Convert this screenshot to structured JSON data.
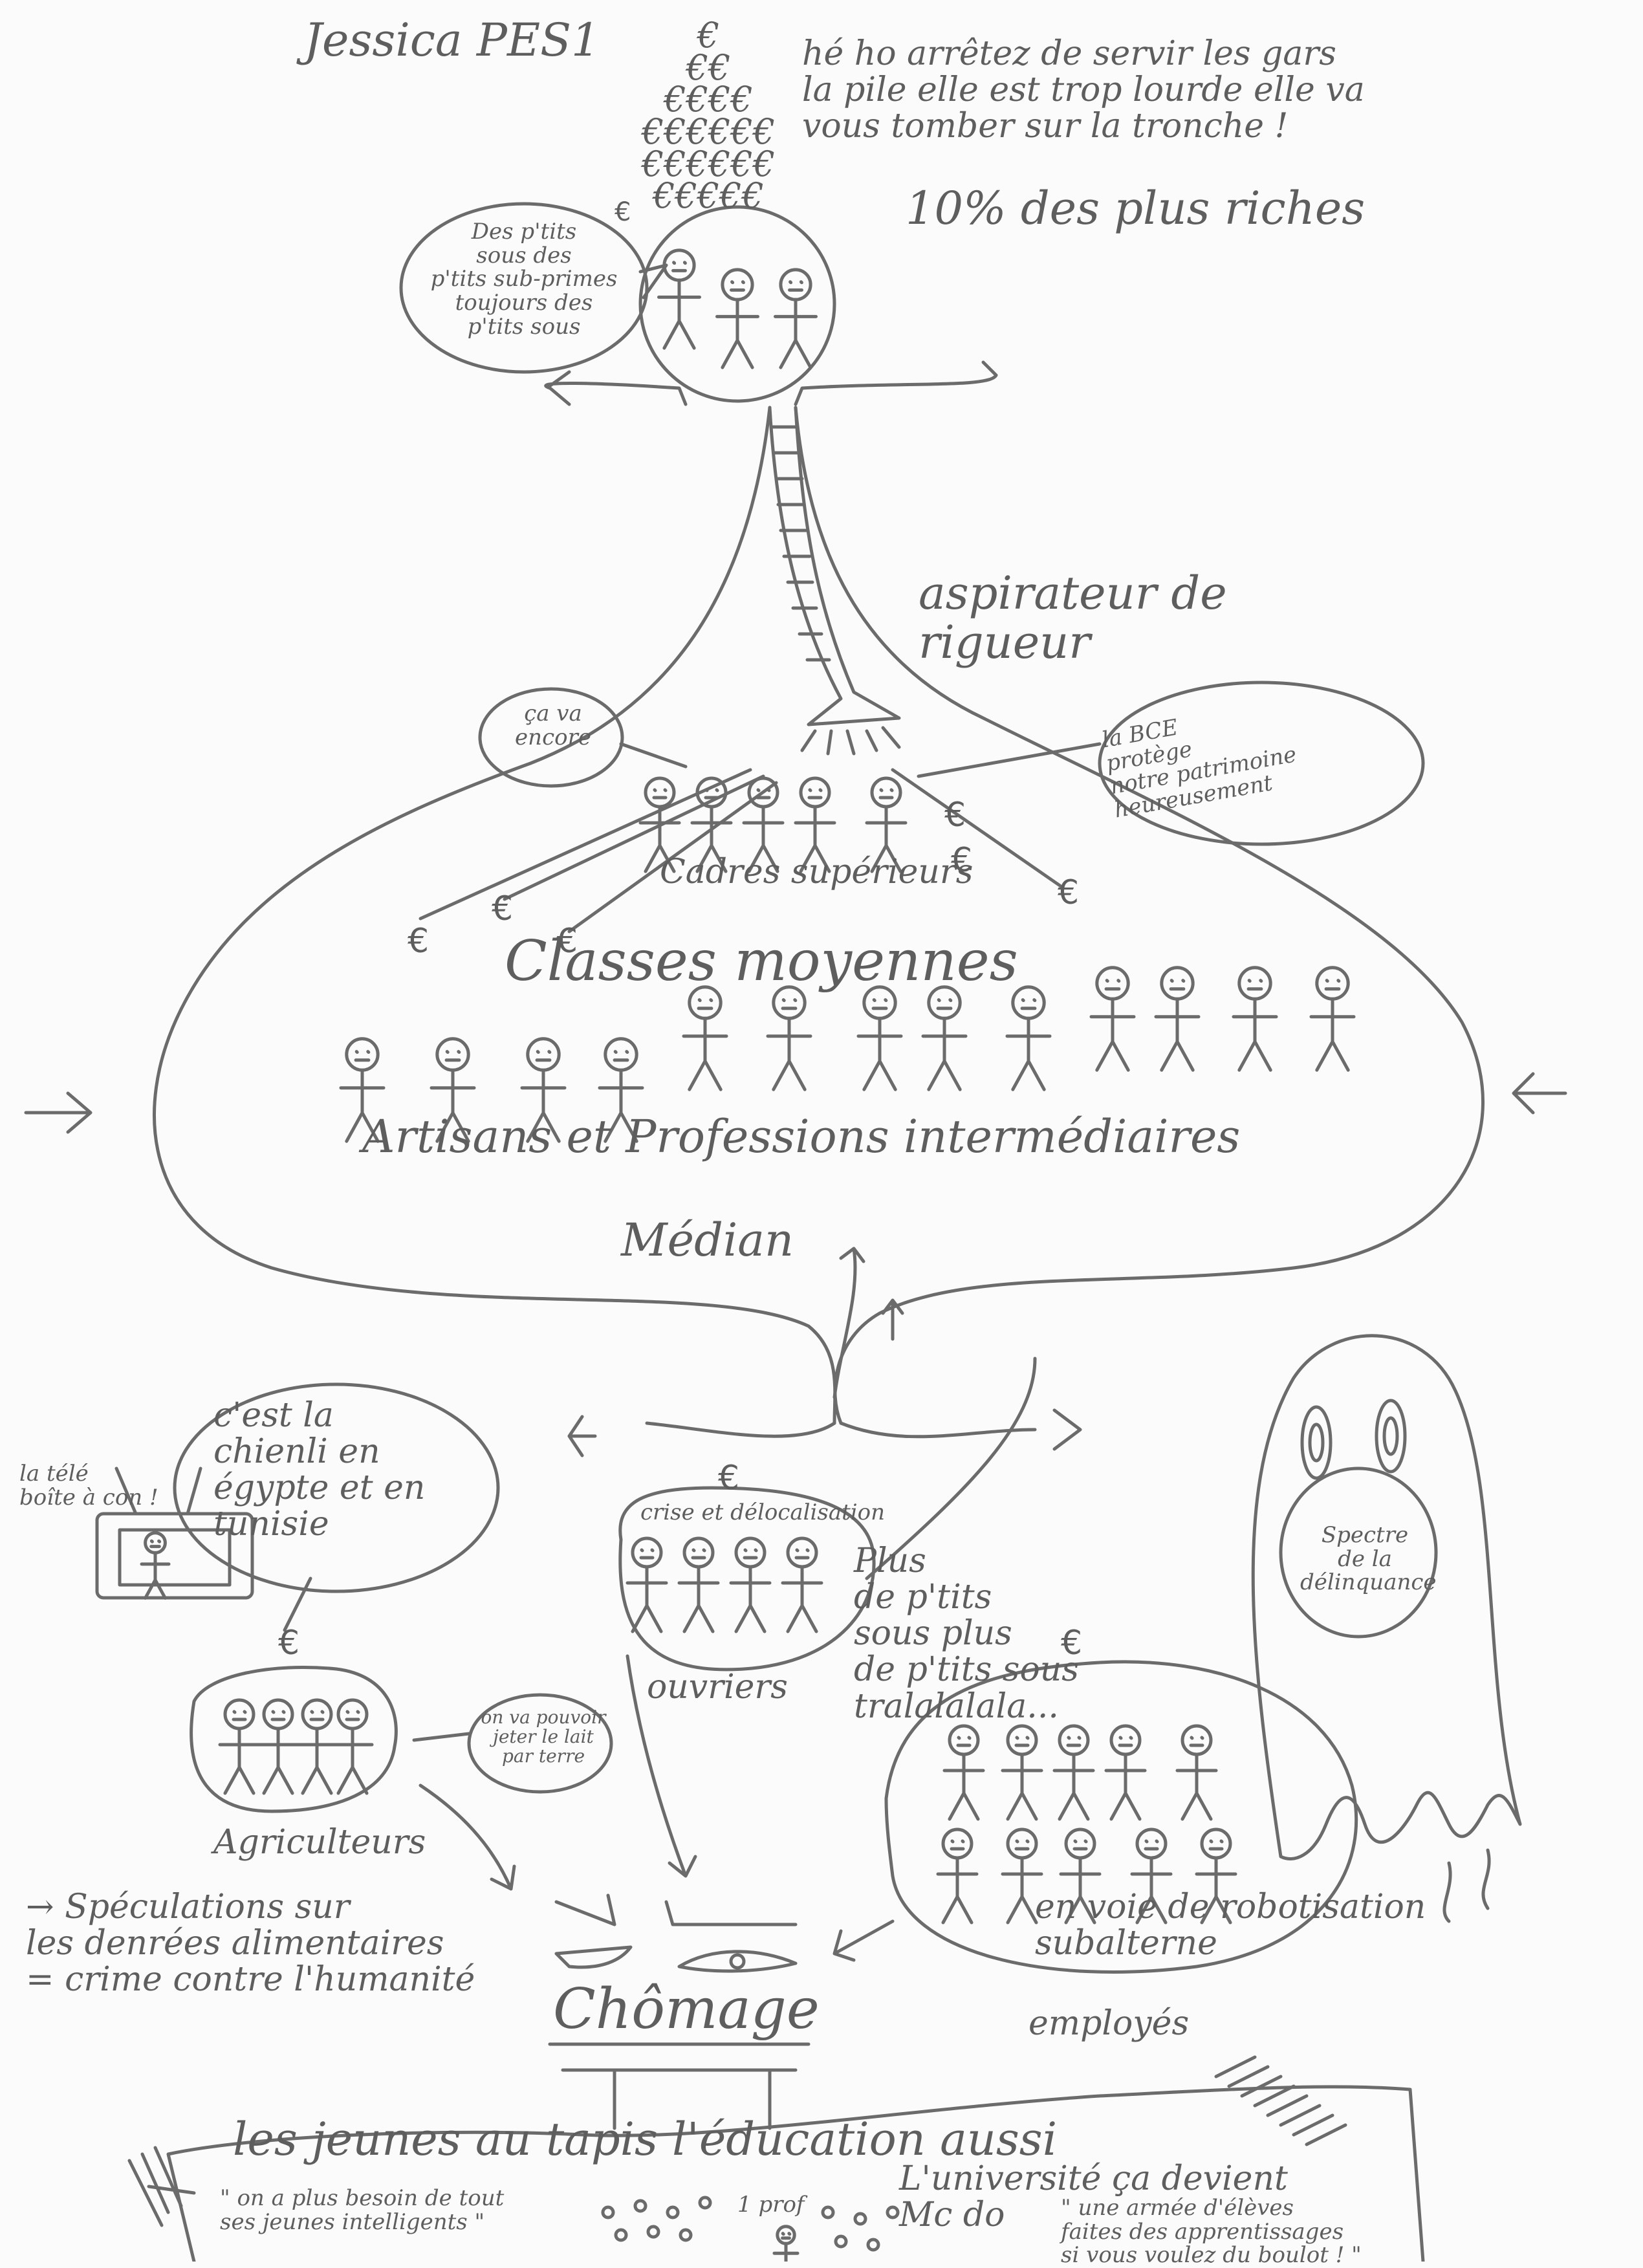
{
  "author": "Jessica PES1",
  "top_warning": "hé ho arrêtez de servir les gars\nla pile elle est trop lourde elle va\nvous tomber sur la tronche !",
  "top_group": "10% des plus riches",
  "top_bubble": "Des p'tits\nsous des\np'tits sub-primes\ntoujours des\np'tits sous",
  "vacuum_label": "aspirateur de\nrigueur",
  "bubble_ca_va": "ça va\nencore",
  "bubble_bce": "la BCE\nprotège\nnotre patrimoine\nheureusement",
  "cadres": "Cadres supérieurs",
  "classes": "Classes moyennes",
  "artisans": "Artisans et Professions intermédiaires",
  "median": "Médian",
  "tv_caption": "la télé\nboîte à con !",
  "tv_bubble": "c'est la\nchienli en\négypte et en\ntunisie",
  "ouvriers_header": "crise et délocalisation",
  "ouvriers_label": "ouvriers",
  "ouvriers_note": "Plus\nde p'tits\nsous plus\nde p'tits sous\ntralalalala...",
  "ghost_label": "Spectre\nde la délinquance",
  "agri_bubble": "on va pouvoir\njeter le lait\npar terre",
  "agri_label": "Agriculteurs",
  "agri_note": "→ Spéculations sur\nles denrées alimentaires\n= crime contre l'humanité",
  "employes_note": "en voie de robotisation\nsubalterne",
  "employes_label": "employés",
  "chomage": "Chômage",
  "tapis_title": "les jeunes au tapis l'éducation aussi",
  "bottom_quote_left": "\" on a plus besoin de tout\nses jeunes intelligents \"",
  "university": "L'université ça devient\nMc do",
  "prof": "1 prof",
  "bottom_quote_right": "\" une armée d'élèves\nfaites des apprentissages\nsi vous voulez du boulot ! \"",
  "euro_symbol": "€",
  "euro_pile": "€\n€€\n€€€€\n€€€€€€\n€€€€€€\n€€€€€"
}
